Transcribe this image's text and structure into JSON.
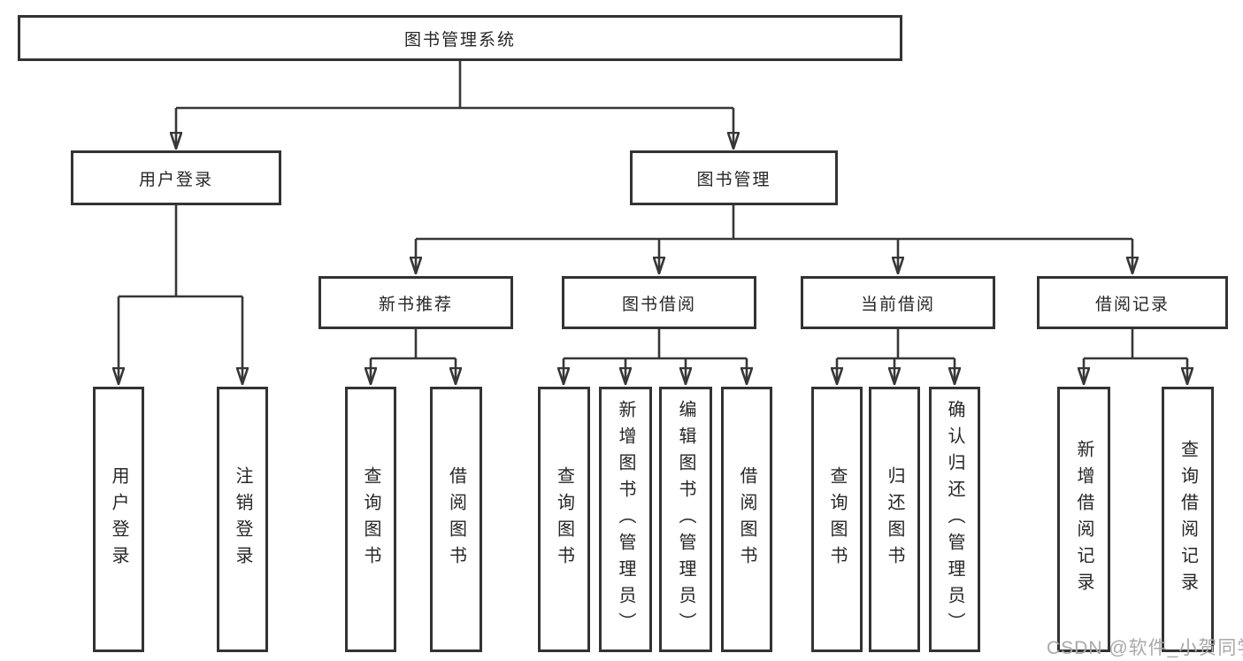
{
  "tree": {
    "root": {
      "label": "图书管理系统",
      "children": [
        {
          "label": "用户登录",
          "children": [
            {
              "label": "用户登录"
            },
            {
              "label": "注销登录"
            }
          ]
        },
        {
          "label": "图书管理",
          "children": [
            {
              "label": "新书推荐",
              "children": [
                {
                  "label": "查询图书"
                },
                {
                  "label": "借阅图书"
                }
              ]
            },
            {
              "label": "图书借阅",
              "children": [
                {
                  "label": "查询图书"
                },
                {
                  "label": "新增图书（管理员）"
                },
                {
                  "label": "编辑图书（管理员）"
                },
                {
                  "label": "借阅图书"
                }
              ]
            },
            {
              "label": "当前借阅",
              "children": [
                {
                  "label": "查询图书"
                },
                {
                  "label": "归还图书"
                },
                {
                  "label": "确认归还（管理员）"
                }
              ]
            },
            {
              "label": "借阅记录",
              "children": [
                {
                  "label": "新增借阅记录"
                },
                {
                  "label": "查询借阅记录"
                }
              ]
            }
          ]
        }
      ]
    }
  },
  "watermark": {
    "text": "CSDN @软件_小贺同学"
  },
  "colors": {
    "background": "#ffffff",
    "line": "#373737",
    "box_border": "#333333",
    "text": "#262626",
    "watermark": "#a9a9a9"
  }
}
